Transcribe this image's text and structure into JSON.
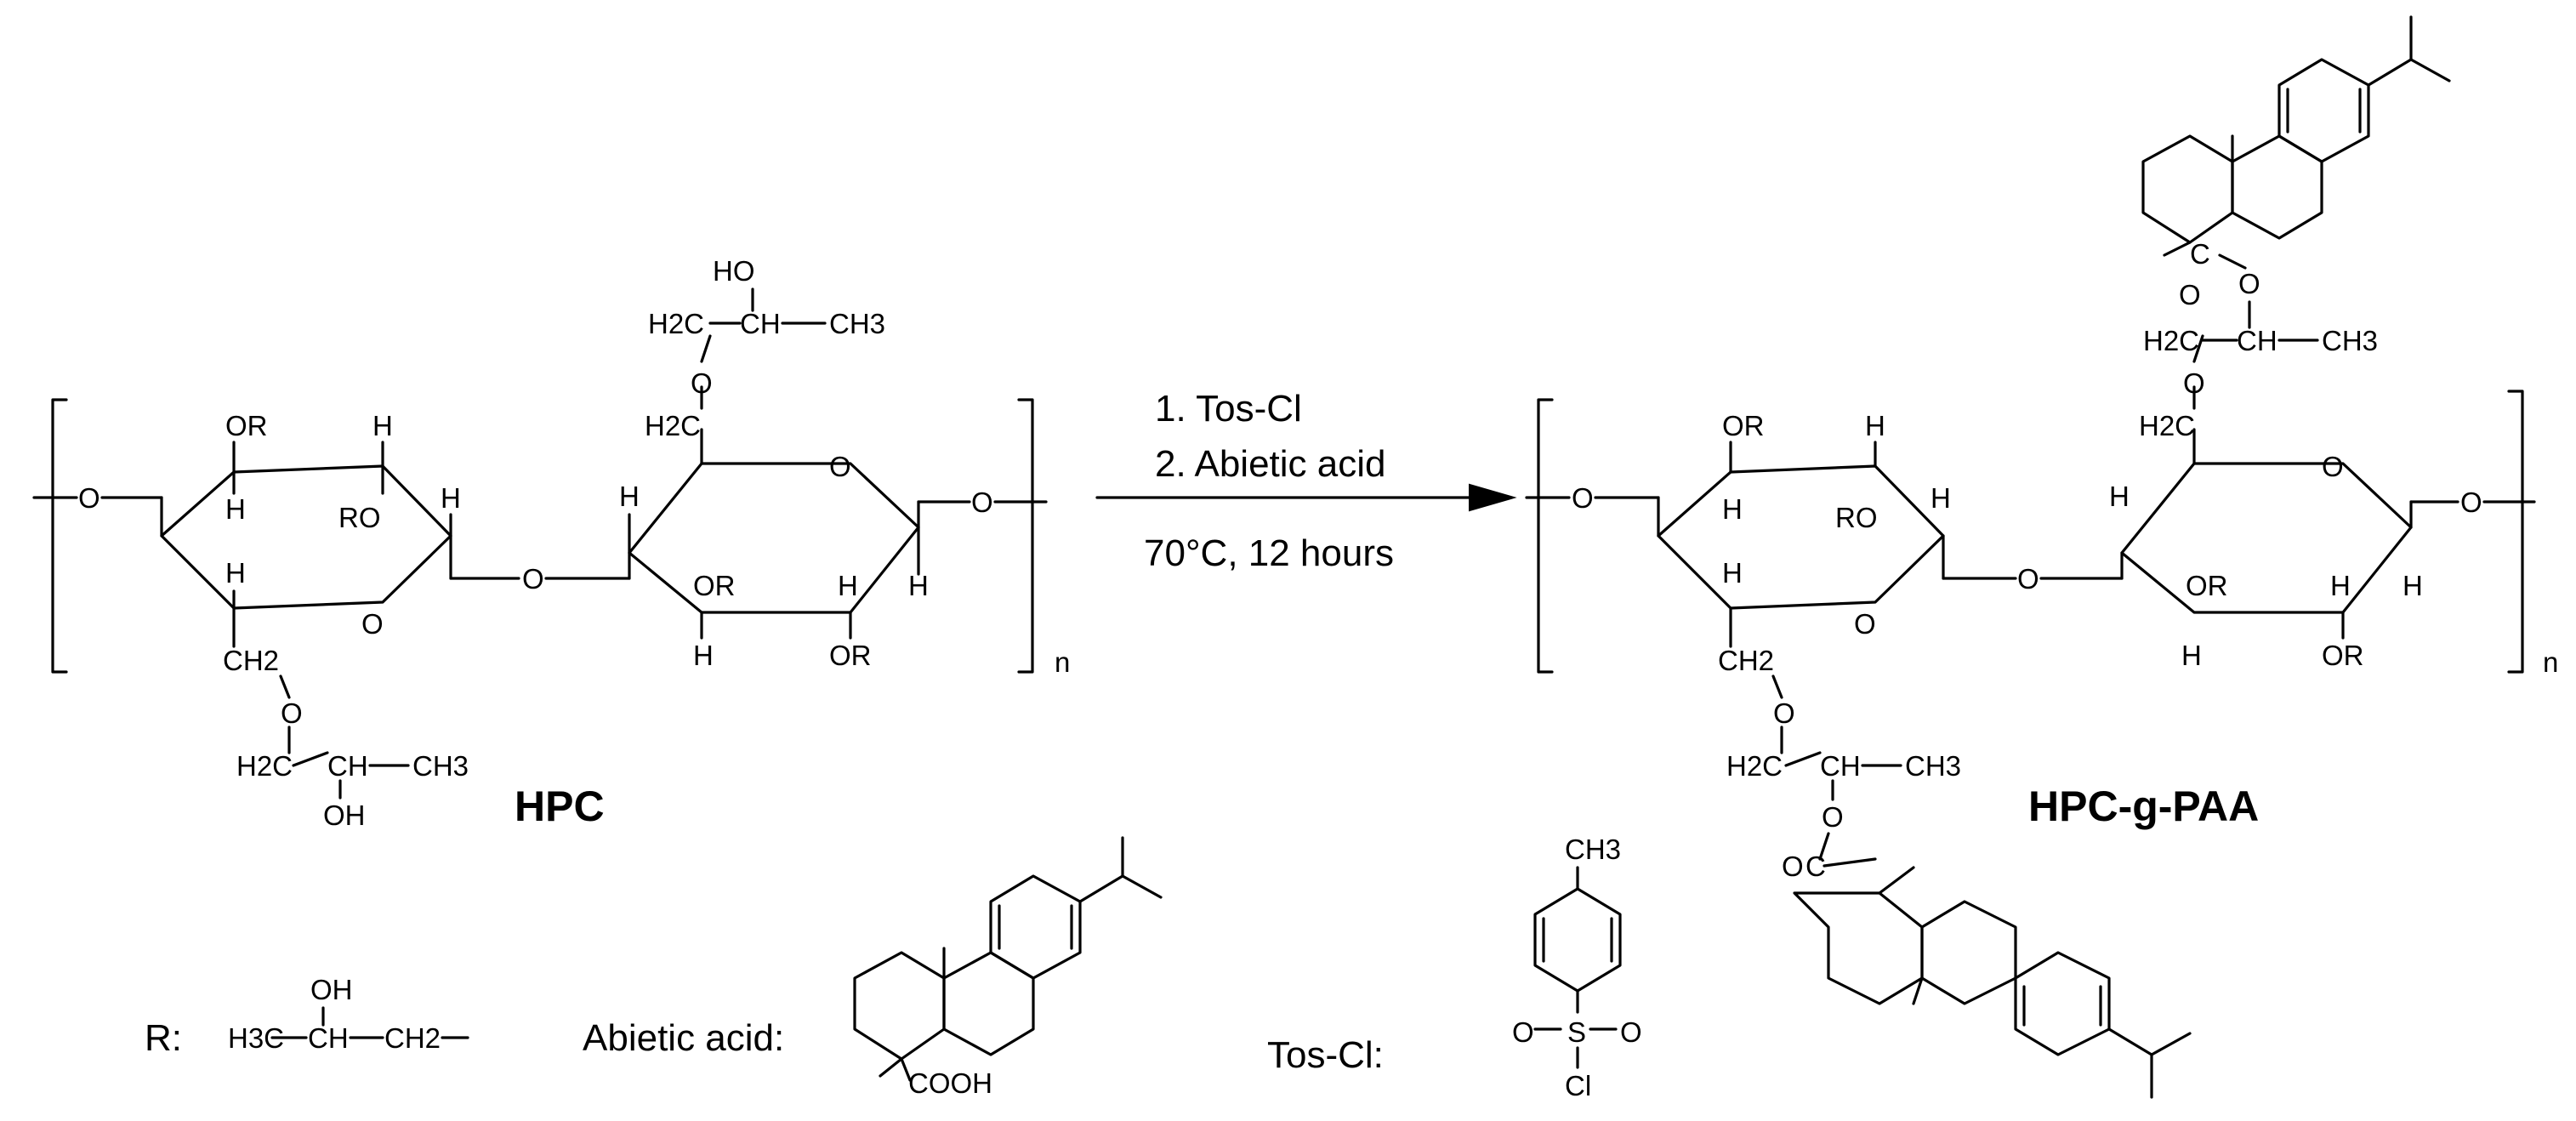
{
  "reaction": {
    "step1": "1. Tos-Cl",
    "step2": "2. Abietic acid",
    "conditions": "70°C, 12 hours"
  },
  "hpc": {
    "name": "HPC",
    "repeat": "n"
  },
  "product": {
    "name": "HPC-g-PAA",
    "repeat": "n"
  },
  "atoms": {
    "O": "O",
    "H": "H",
    "OR": "OR",
    "RO": "RO",
    "HO": "HO",
    "OH": "OH",
    "CH": "CH",
    "CH3": "CH3",
    "CH2": "CH2",
    "H2C": "H2C",
    "H3C": "H3C",
    "C": "C",
    "S": "S",
    "Cl": "Cl",
    "COOH": "COOH"
  },
  "legend": {
    "r_label": "R:",
    "abietic_label": "Abietic acid:",
    "tos_label": "Tos-Cl:"
  }
}
